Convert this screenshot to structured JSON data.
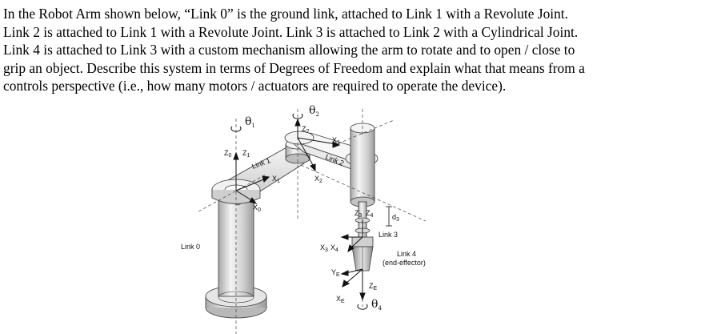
{
  "question": {
    "lines": [
      "In the Robot Arm shown below, “Link 0” is the ground link, attached to Link 1 with a Revolute Joint.",
      "Link 2 is attached to Link 1 with a Revolute Joint. Link 3 is attached to Link 2 with a Cylindrical Joint.",
      "Link 4 is attached to Link 3 with a custom mechanism allowing the arm to rotate and to open / close to",
      "grip an object. Describe this system in terms of Degrees of Freedom and explain what that means from a",
      "controls perspective (i.e., how many motors / actuators are required to operate the device)."
    ]
  },
  "diagram": {
    "link_labels": {
      "link0": "Link 0",
      "link1": "Link 1",
      "link2": "Link 2",
      "link3": "Link 3",
      "link4_line1": "Link 4",
      "link4_line2": "(end-effector)"
    },
    "joint_angles": {
      "theta1": "θ",
      "theta1_sub": "1",
      "theta2": "θ",
      "theta2_sub": "2",
      "theta4": "θ",
      "theta4_sub": "4",
      "d3": "d",
      "d3_sub": "3"
    },
    "axis_labels": {
      "z0": "Z",
      "z0_sub": "0",
      "z1": "Z",
      "z1_sub": "1",
      "z2": "Z",
      "z2_sub": "2",
      "z3": "Z",
      "z3_sub": "3",
      "z4": "Z",
      "z4_sub": "4",
      "ze": "Z",
      "ze_sub": "E",
      "x0": "X",
      "x0_sub": "0",
      "x1": "X",
      "x1_sub": "1",
      "x2": "X",
      "x2_sub": "2",
      "x3": "X",
      "x3_sub": "3",
      "x4": "X",
      "x4_sub": "4",
      "xe": "X",
      "xe_sub": "E",
      "ye": "Y",
      "ye_sub": "E"
    },
    "colors": {
      "metal_light": "#f2f2f2",
      "metal_mid": "#d6d6d6",
      "metal_dark": "#9a9a9a",
      "outline": "#3a3a3a"
    }
  }
}
